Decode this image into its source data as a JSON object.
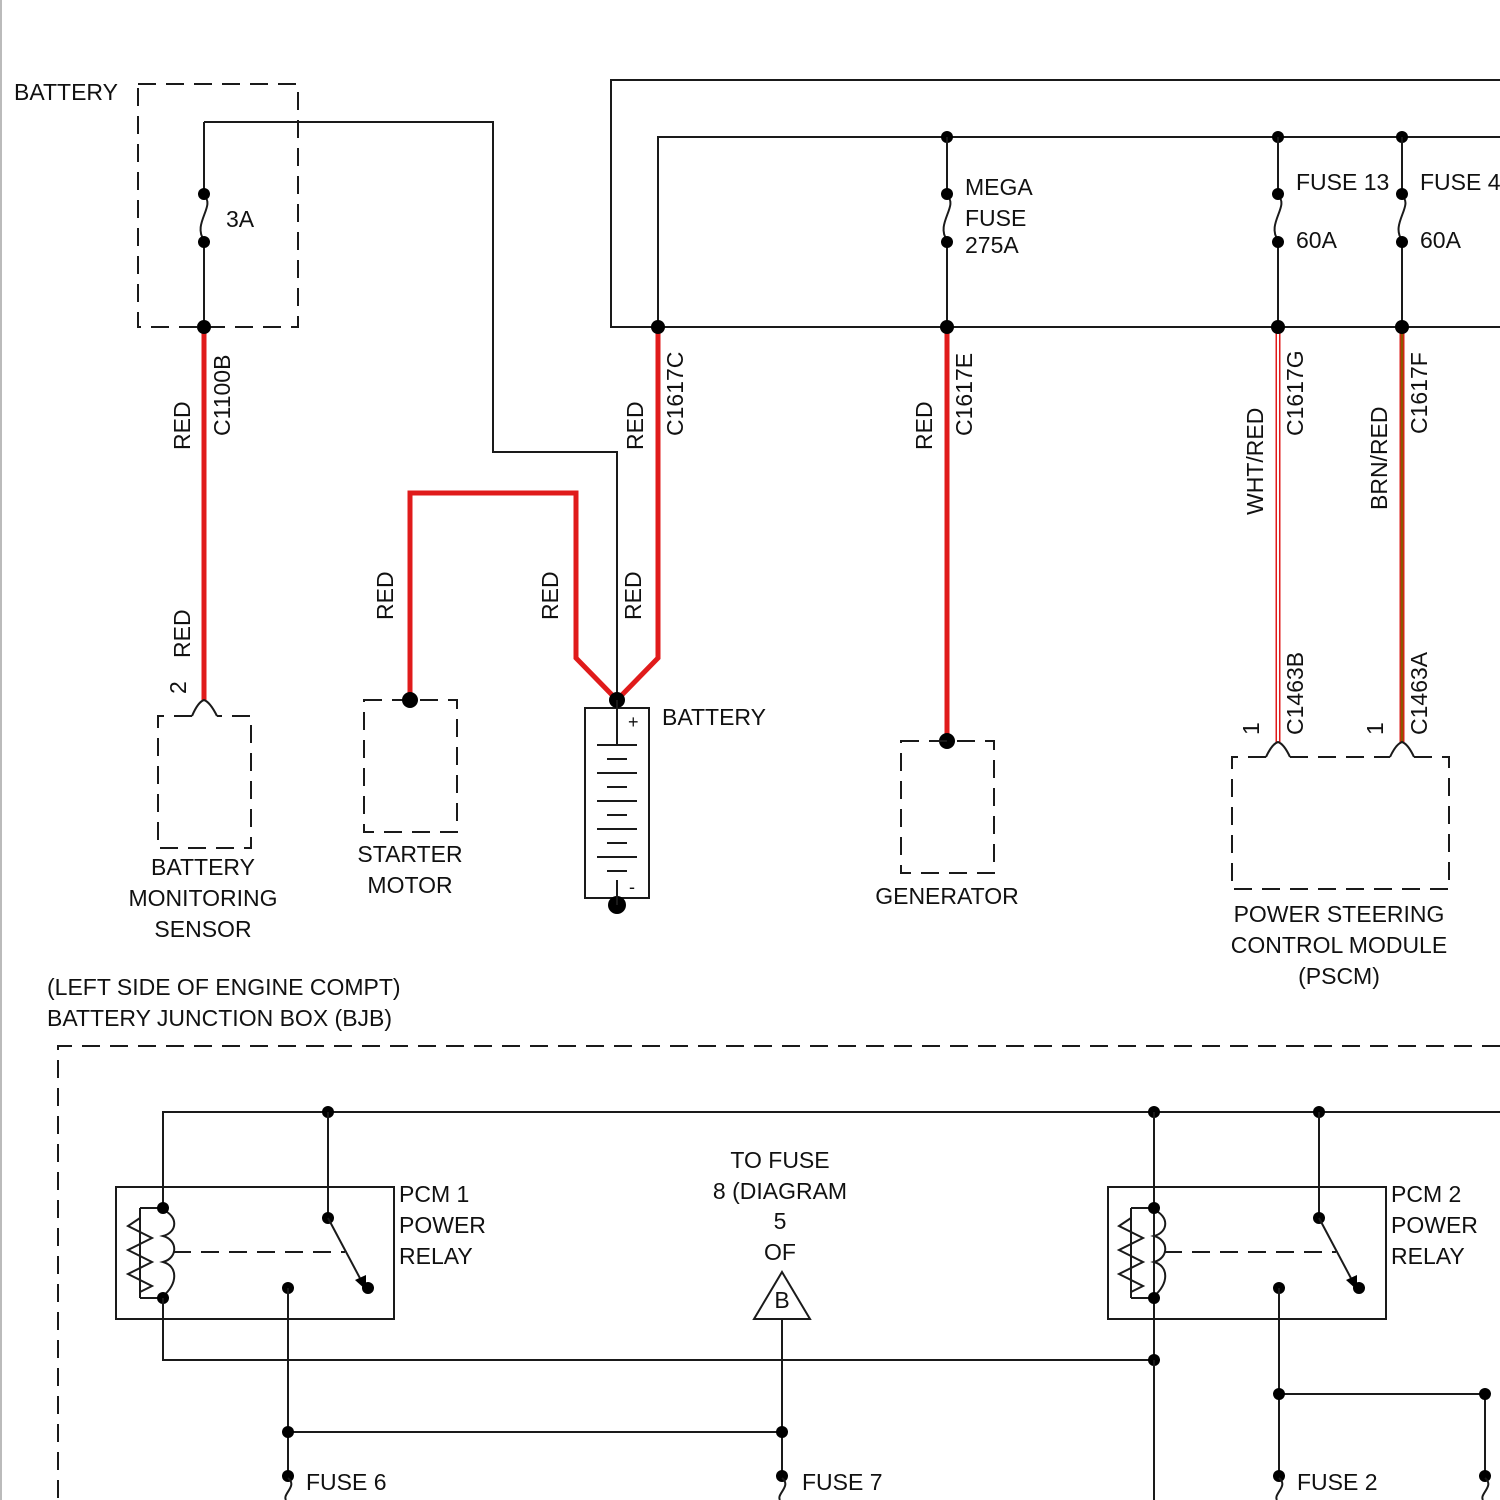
{
  "colors": {
    "line": "#1a1a1a",
    "wire_red": "#e01b1b",
    "wire_white": "#ffffff",
    "wire_brown": "#8a5a00",
    "wire_stripe": "#e01b1b"
  },
  "battery_top": {
    "label": "BATTERY",
    "fuse_rating": "3A",
    "connector": "C1100B",
    "wire_color": "RED"
  },
  "bjb_top": {
    "mega_fuse": [
      "MEGA",
      "FUSE",
      "275A"
    ],
    "fuse13": {
      "name": "FUSE 13",
      "rating": "60A"
    },
    "fuse4": {
      "name": "FUSE 4",
      "rating": "60A"
    }
  },
  "wires": {
    "c1617c": {
      "connector": "C1617C",
      "color": "RED"
    },
    "c1617e": {
      "connector": "C1617E",
      "color": "RED"
    },
    "c1617g": {
      "connector": "C1617G",
      "color": "WHT/RED"
    },
    "c1617f": {
      "connector": "C1617F",
      "color": "BRN/RED"
    },
    "sensor_wire": {
      "color": "RED",
      "pin": "2"
    },
    "starter_wire": {
      "color": "RED"
    },
    "starter_wire_2": {
      "color": "RED"
    },
    "battery_wire": {
      "color": "RED"
    },
    "pscm_b": {
      "connector": "C1463B",
      "pin": "1"
    },
    "pscm_a": {
      "connector": "C1463A",
      "pin": "1"
    }
  },
  "components": {
    "battery_monitoring_sensor": [
      "BATTERY",
      "MONITORING",
      "SENSOR"
    ],
    "starter_motor": [
      "STARTER",
      "MOTOR"
    ],
    "battery": {
      "label": "BATTERY",
      "plus": "+",
      "minus": "-"
    },
    "generator": "GENERATOR",
    "pscm": [
      "POWER STEERING",
      "CONTROL MODULE",
      "(PSCM)"
    ]
  },
  "bjb_bottom": {
    "location": "(LEFT SIDE OF ENGINE COMPT)",
    "title": "BATTERY JUNCTION BOX (BJB)",
    "pcm1_relay": [
      "PCM 1",
      "POWER",
      "RELAY"
    ],
    "pcm2_relay": [
      "PCM 2",
      "POWER",
      "RELAY"
    ],
    "to_fuse_note": [
      "TO FUSE",
      "8 (DIAGRAM",
      "5",
      "OF"
    ],
    "connector_ref": "B",
    "fuses": [
      "FUSE 6",
      "FUSE 7",
      "FUSE 2"
    ]
  }
}
